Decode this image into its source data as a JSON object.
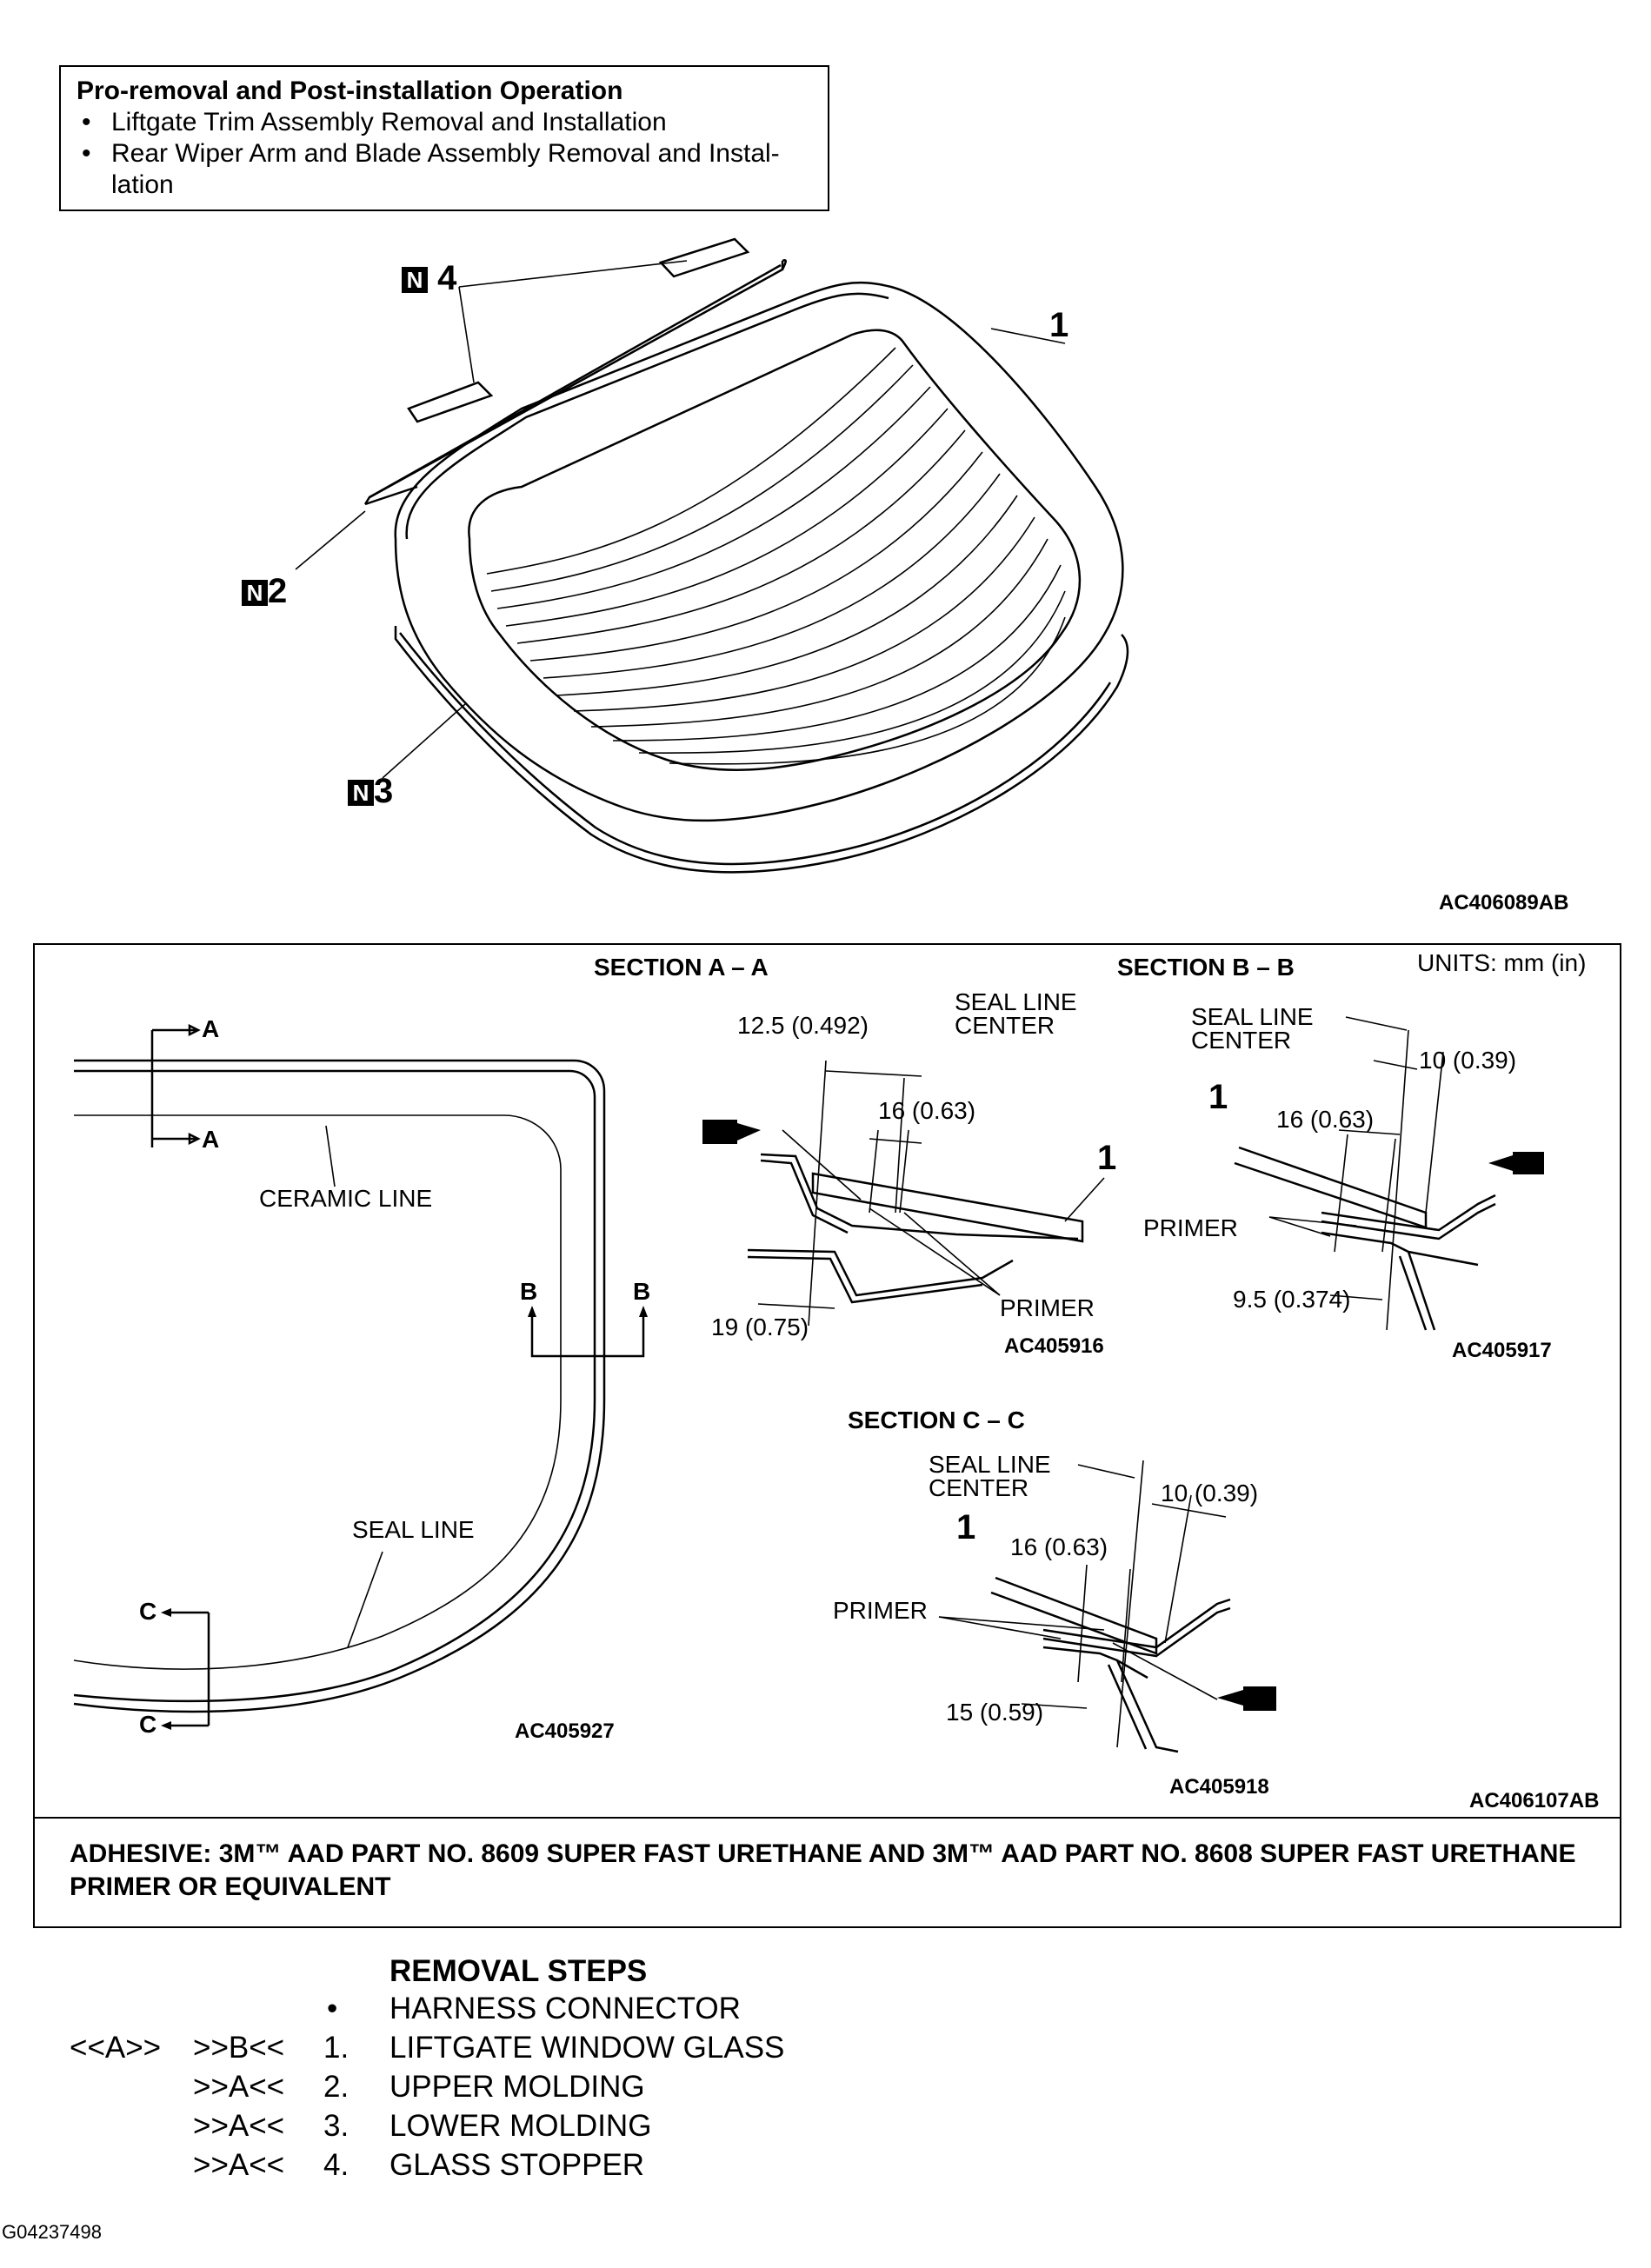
{
  "info_box": {
    "title": "Pro-removal and Post-installation Operation",
    "items": [
      "Liftgate Trim Assembly Removal and Installation",
      "Rear Wiper Arm and Blade Assembly Removal and Instal-",
      "lation"
    ]
  },
  "top_figure": {
    "code": "AC406089AB",
    "callouts": {
      "c1": "1",
      "c2": "2",
      "c3": "3",
      "c4": "4",
      "n": "N"
    }
  },
  "section_frame": {
    "units": "UNITS: mm (in)",
    "overview": {
      "a": "A",
      "b": "B",
      "c": "C",
      "ceramic_line": "CERAMIC LINE",
      "seal_line": "SEAL LINE",
      "code": "AC405927"
    },
    "section_aa": {
      "title": "SECTION A – A",
      "seal_line_1": "SEAL LINE",
      "seal_line_2": "CENTER",
      "d1": "12.5 (0.492)",
      "d2": "16 (0.63)",
      "d3": "19 (0.75)",
      "primer": "PRIMER",
      "part": "1",
      "code": "AC405916"
    },
    "section_bb": {
      "title": "SECTION B – B",
      "seal_line_1": "SEAL LINE",
      "seal_line_2": "CENTER",
      "d1": "10 (0.39)",
      "d2": "16 (0.63)",
      "d3": "9.5 (0.374)",
      "primer": "PRIMER",
      "part": "1",
      "code": "AC405917"
    },
    "section_cc": {
      "title": "SECTION C – C",
      "seal_line_1": "SEAL LINE",
      "seal_line_2": "CENTER",
      "d1": "10 (0.39)",
      "d2": "16 (0.63)",
      "d3": "15 (0.59)",
      "primer": "PRIMER",
      "part": "1",
      "code": "AC405918"
    },
    "frame_code": "AC406107AB",
    "adhesive": "ADHESIVE: 3M™ AAD PART NO. 8609 SUPER FAST URETHANE AND 3M™ AAD PART NO. 8608 SUPER FAST URETHANE PRIMER OR EQUIVALENT"
  },
  "removal_steps": {
    "title": "REMOVAL STEPS",
    "rows": [
      {
        "ref1": "",
        "ref2": "",
        "num": "•",
        "text": "HARNESS CONNECTOR"
      },
      {
        "ref1": "<<A>>",
        "ref2": ">>B<<",
        "num": "1.",
        "text": "LIFTGATE WINDOW GLASS"
      },
      {
        "ref1": "",
        "ref2": ">>A<<",
        "num": "2.",
        "text": "UPPER MOLDING"
      },
      {
        "ref1": "",
        "ref2": ">>A<<",
        "num": "3.",
        "text": "LOWER MOLDING"
      },
      {
        "ref1": "",
        "ref2": ">>A<<",
        "num": "4.",
        "text": "GLASS STOPPER"
      }
    ]
  },
  "footer_code": "G04237498"
}
